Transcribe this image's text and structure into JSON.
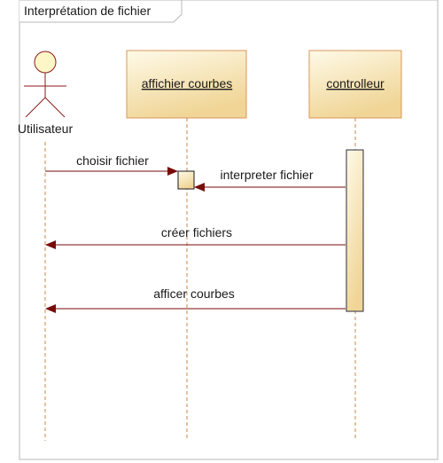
{
  "diagram": {
    "frame_title": "Interprétation de fichier",
    "actor": {
      "label": "Utilisateur",
      "icon": "stick-figure-icon"
    },
    "lifelines": [
      {
        "label": "affichier courbes"
      },
      {
        "label": "controlleur"
      }
    ],
    "messages": [
      {
        "label": "choisir fichier",
        "from": "Utilisateur",
        "to": "affichier courbes"
      },
      {
        "label": "interpreter fichier",
        "from": "controlleur",
        "to": "affichier courbes"
      },
      {
        "label": "créer fichiers",
        "from": "controlleur",
        "to": "Utilisateur"
      },
      {
        "label": "afficer courbes",
        "from": "controlleur",
        "to": "Utilisateur"
      }
    ],
    "colors": {
      "box_fill_top": "#fefae8",
      "box_fill_bottom": "#f0d596",
      "box_stroke": "#d9975a",
      "arrow": "#7a0a0a",
      "lifeline": "#c88a4a",
      "actor_fill": "#fdf7c8",
      "actor_stroke": "#8b1a1a",
      "frame": "#b8b8b8"
    }
  }
}
